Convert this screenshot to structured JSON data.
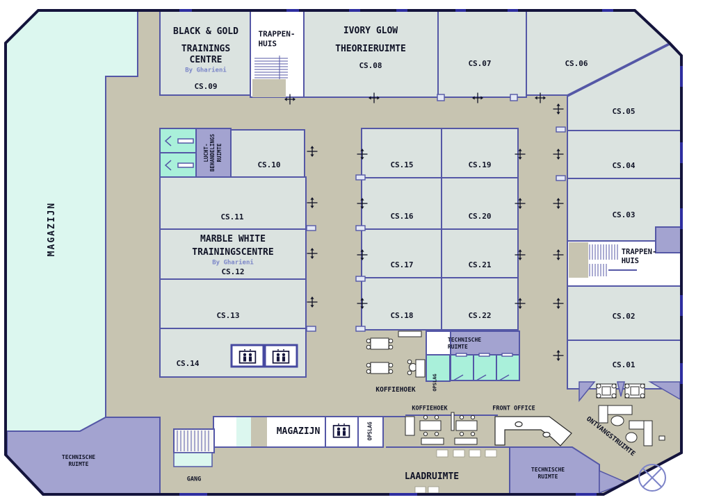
{
  "colors": {
    "corridor": "#c7c4b1",
    "room": "#dbe3e0",
    "mint": "#dcf7ef",
    "mint_bright": "#a9f0da",
    "purple": "#a3a3d0",
    "wall": "#5457a6",
    "outer_wall": "#14143c",
    "window_mark": "#2e2ea0",
    "text": "#101326",
    "accent_text": "#7b86c8"
  },
  "rooms": {
    "cs01": "CS.01",
    "cs02": "CS.02",
    "cs03": "CS.03",
    "cs04": "CS.04",
    "cs05": "CS.05",
    "cs06": "CS.06",
    "cs07": "CS.07",
    "cs08": "CS.08",
    "cs09": "CS.09",
    "cs10": "CS.10",
    "cs11": "CS.11",
    "cs12": "CS.12",
    "cs13": "CS.13",
    "cs14": "CS.14",
    "cs15": "CS.15",
    "cs16": "CS.16",
    "cs17": "CS.17",
    "cs18": "CS.18",
    "cs19": "CS.19",
    "cs20": "CS.20",
    "cs21": "CS.21",
    "cs22": "CS.22"
  },
  "labels": {
    "magazijn_left": "MAGAZIJN",
    "black_gold_title": "BLACK & GOLD",
    "black_gold_sub": "TRAININGS\nCENTRE",
    "black_gold_by": "By Gharieni",
    "trappenhuis_top": "TRAPPEN-\nHUIS",
    "ivory_title": "IVORY GLOW",
    "ivory_sub": "THEORIERUIMTE",
    "lucht": "LUCHT-\nBEHANDELINGS\nRUIMTE",
    "marble_title": "MARBLE WHITE",
    "marble_sub": "TRAININGSCENTRE",
    "marble_by": "By Gharieni",
    "trappenhuis_right": "TRAPPEN-\nHUIS",
    "technische_center": "TECHNISCHE\nRUIMTE",
    "technische_bottom": "TECHNISCHE\nRUIMTE",
    "technische_left": "TECHNISCHE\nRUIMTE",
    "koffiehoek_upper": "KOFFIEHOEK",
    "koffiehoek_lower": "KOFFIEHOEK",
    "front_office": "FRONT OFFICE",
    "opslag_center": "OPSLAG",
    "opslag_bottom": "OPSLAG",
    "magazijn_bottom": "MAGAZIJN",
    "gang": "GANG",
    "laadruimte": "LAADRUIMTE",
    "ontvangstruimte": "ONTVANGSTRUIMTE"
  }
}
